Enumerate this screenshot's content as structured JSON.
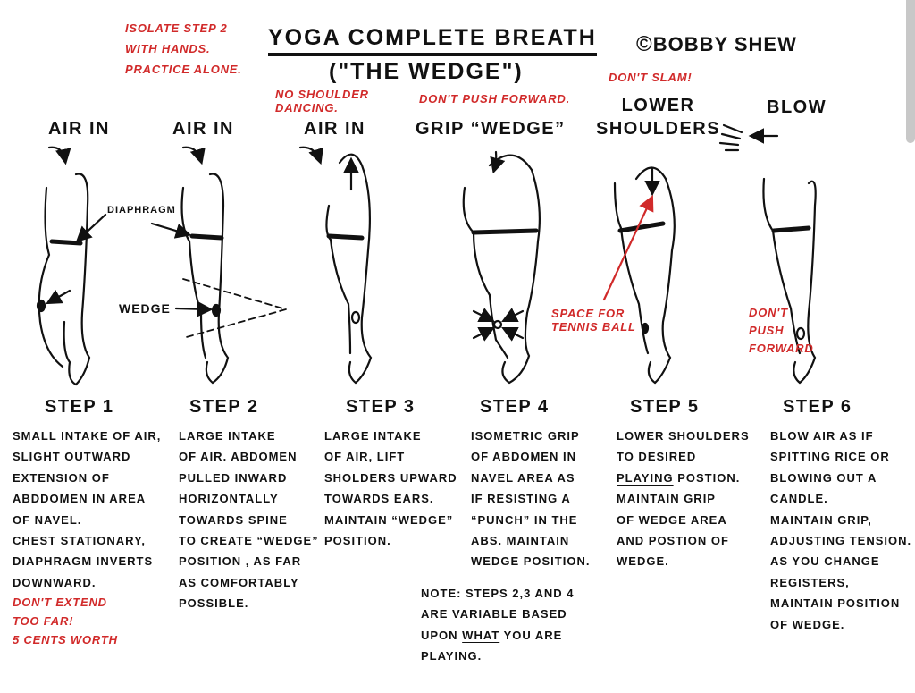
{
  "header": {
    "title": "YOGA COMPLETE BREATH",
    "subtitle": "(\"THE WEDGE\")",
    "author": "BOBBY SHEW",
    "copyright_symbol": "©"
  },
  "notes_top": {
    "isolate": [
      "ISOLATE STEP 2",
      "WITH HANDS.",
      "PRACTICE ALONE."
    ],
    "no_shoulder": [
      "NO SHOULDER",
      "DANCING."
    ],
    "dont_push": "DON'T PUSH FORWARD.",
    "dont_slam": "DON'T SLAM!"
  },
  "figure_headers": [
    "AIR IN",
    "AIR IN",
    "AIR IN",
    "GRIP “WEDGE”",
    [
      "LOWER",
      "SHOULDERS"
    ],
    "BLOW"
  ],
  "figure_labels": {
    "diaphragm": "DIAPHRAGM",
    "wedge": "WEDGE",
    "tennis_ball": [
      "SPACE FOR",
      "TENNIS BALL"
    ],
    "dont_push_forward": [
      "DON'T",
      "PUSH",
      "FORWARD"
    ]
  },
  "steps": [
    {
      "title": "STEP 1",
      "lines": [
        "SMALL INTAKE OF AIR,",
        "SLIGHT OUTWARD",
        "EXTENSION OF",
        "ABDDOMEN IN AREA",
        "OF NAVEL.",
        "CHEST STATIONARY,",
        "DIAPHRAGM INVERTS",
        "DOWNWARD."
      ],
      "warning": [
        "DON'T EXTEND",
        "TOO FAR!",
        "5 CENTS WORTH"
      ]
    },
    {
      "title": "STEP 2",
      "lines": [
        "LARGE INTAKE",
        "OF AIR.  ABDOMEN",
        "PULLED INWARD",
        "HORIZONTALLY",
        "TOWARDS SPINE",
        "TO CREATE “WEDGE”",
        "POSITION , AS FAR",
        "AS COMFORTABLY",
        "POSSIBLE."
      ]
    },
    {
      "title": "STEP 3",
      "lines": [
        "LARGE INTAKE",
        "OF AIR, LIFT",
        "SHOLDERS UPWARD",
        "TOWARDS EARS.",
        "MAINTAIN “WEDGE”",
        "POSITION."
      ]
    },
    {
      "title": "STEP 4",
      "lines": [
        "ISOMETRIC GRIP",
        "OF ABDOMEN IN",
        "NAVEL AREA AS",
        "IF RESISTING A",
        "“PUNCH” IN THE",
        "ABS.  MAINTAIN",
        "WEDGE POSITION."
      ]
    },
    {
      "title": "STEP 5",
      "lines": [
        "LOWER SHOULDERS",
        "TO DESIRED",
        "PLAYING",
        " POSTION.",
        "MAINTAIN GRIP",
        "OF WEDGE AREA",
        "AND POSTION OF",
        "WEDGE."
      ]
    },
    {
      "title": "STEP 6",
      "lines": [
        "BLOW AIR AS IF",
        "SPITTING RICE OR",
        "BLOWING OUT A",
        "CANDLE.",
        "MAINTAIN GRIP,",
        "ADJUSTING TENSION.",
        "AS YOU CHANGE",
        "REGISTERS,",
        "MAINTAIN POSITION",
        "OF WEDGE."
      ]
    }
  ],
  "note": {
    "lines": [
      "NOTE:  STEPS 2,3 AND 4",
      "ARE VARIABLE BASED",
      "UPON ",
      "WHAT",
      " YOU ARE",
      "PLAYING."
    ]
  },
  "colors": {
    "red": "#d12a2a",
    "ink": "#111111"
  }
}
